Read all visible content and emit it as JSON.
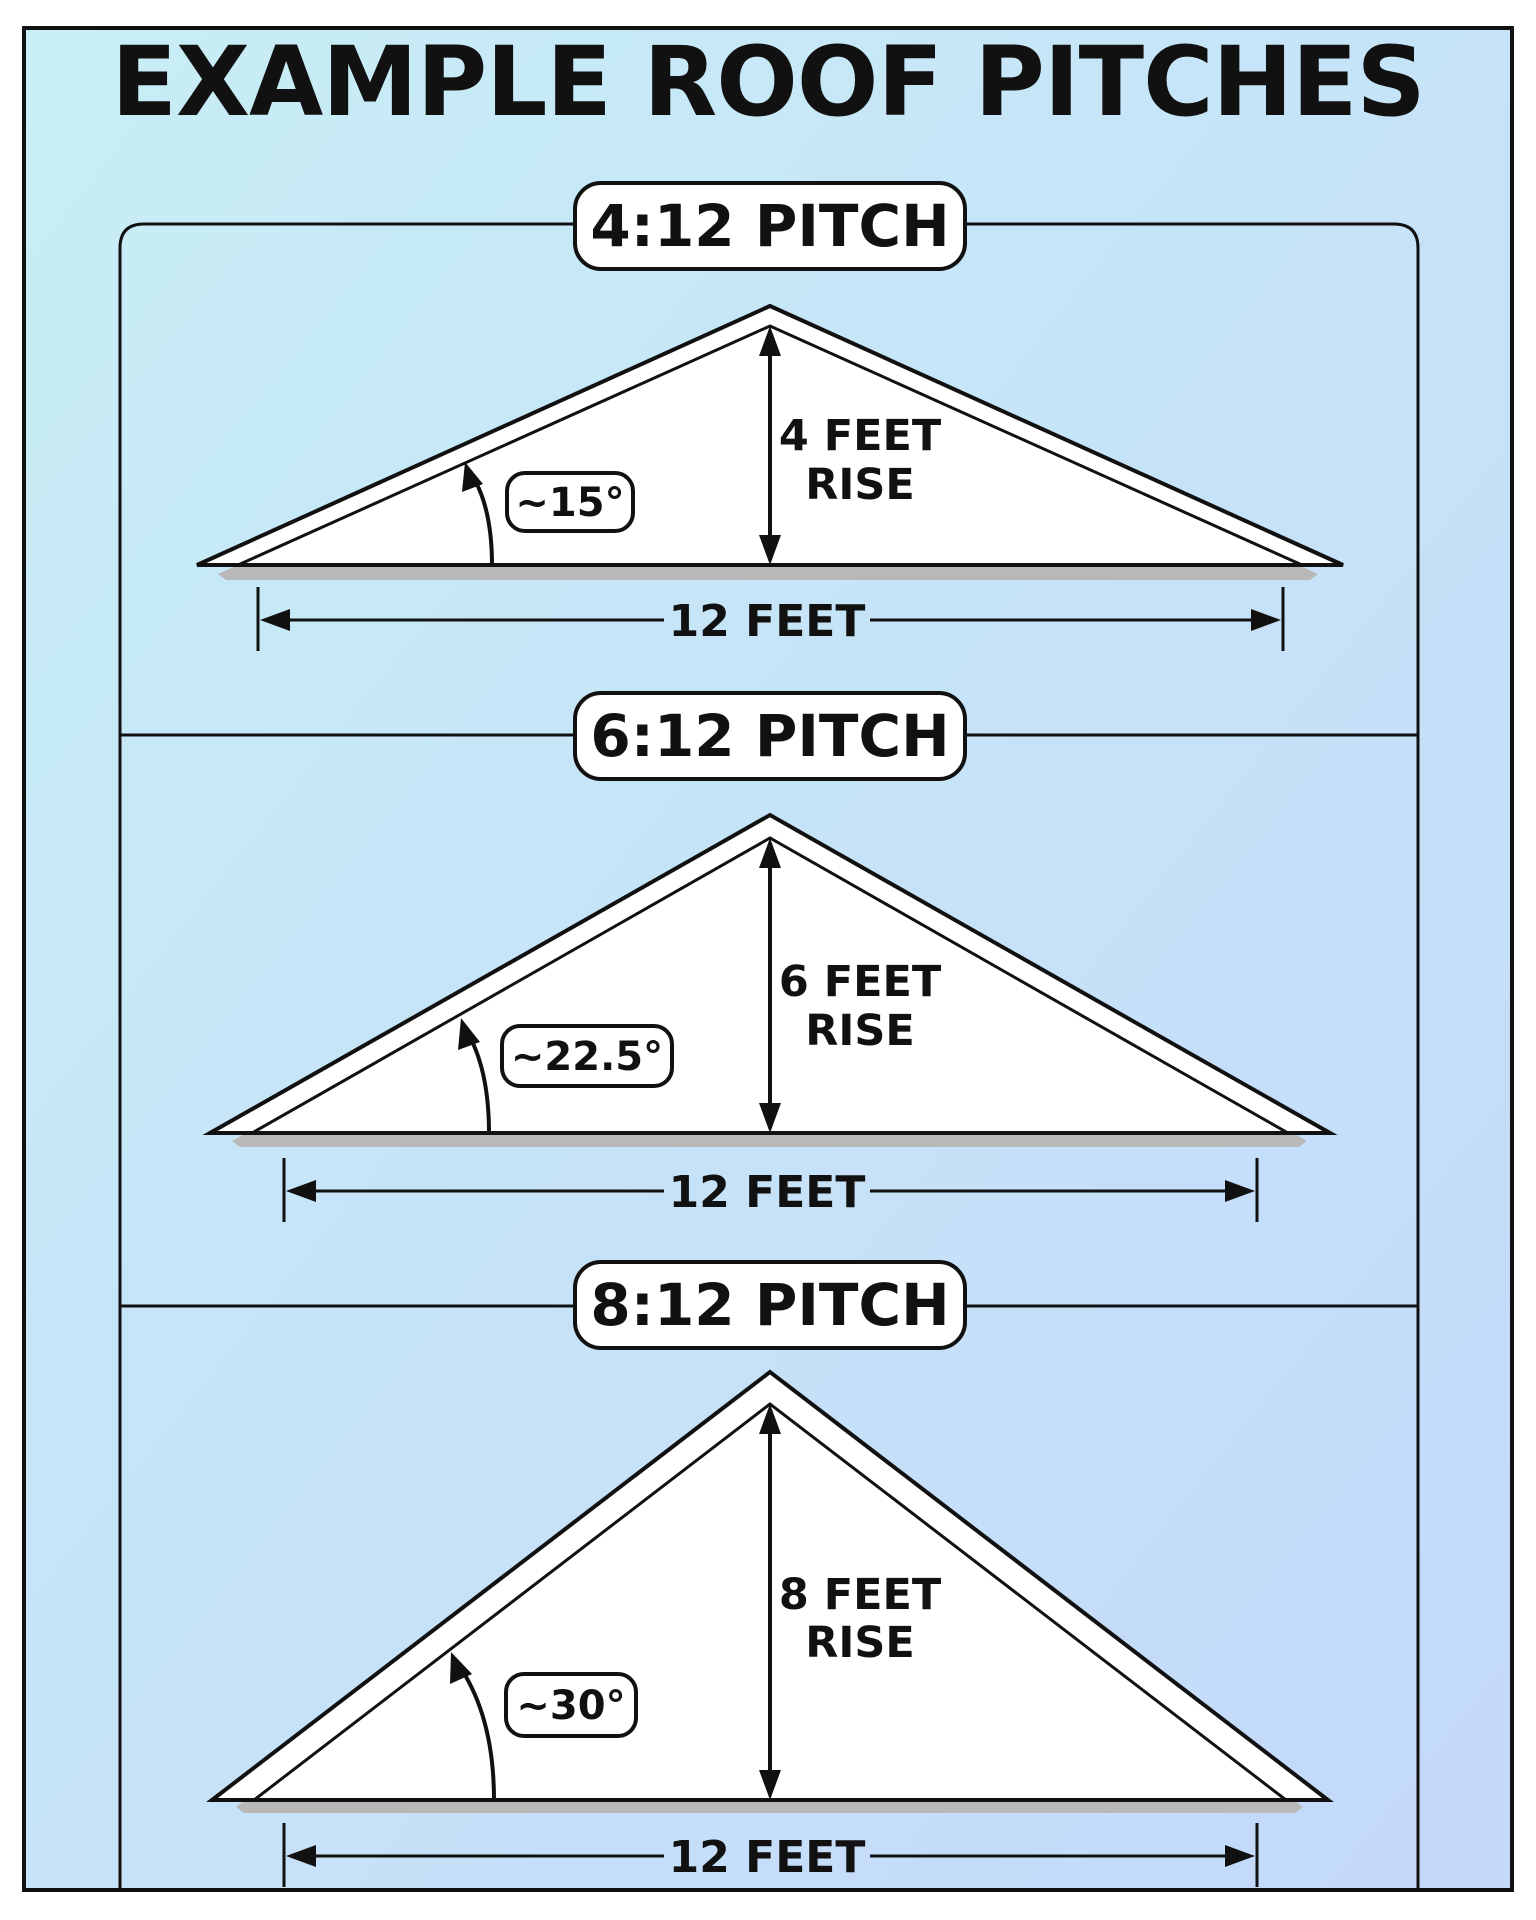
{
  "title": "EXAMPLE ROOF PITCHES",
  "colors": {
    "background_top": "#c8eef6",
    "background_bottom": "#c4d8fa",
    "stroke": "#111111",
    "roof_fill": "#ffffff",
    "roof_shadow": "#b8b8b8"
  },
  "diagrams": [
    {
      "label": "4:12 PITCH",
      "rise": 4,
      "run": 12,
      "rise_line1": "4 FEET",
      "rise_line2": "RISE",
      "span_label": "12 FEET",
      "angle_label": "~15°"
    },
    {
      "label": "6:12 PITCH",
      "rise": 6,
      "run": 12,
      "rise_line1": "6 FEET",
      "rise_line2": "RISE",
      "span_label": "12 FEET",
      "angle_label": "~22.5°"
    },
    {
      "label": "8:12 PITCH",
      "rise": 8,
      "run": 12,
      "rise_line1": "8 FEET",
      "rise_line2": "RISE",
      "span_label": "12 FEET",
      "angle_label": "~30°"
    }
  ]
}
